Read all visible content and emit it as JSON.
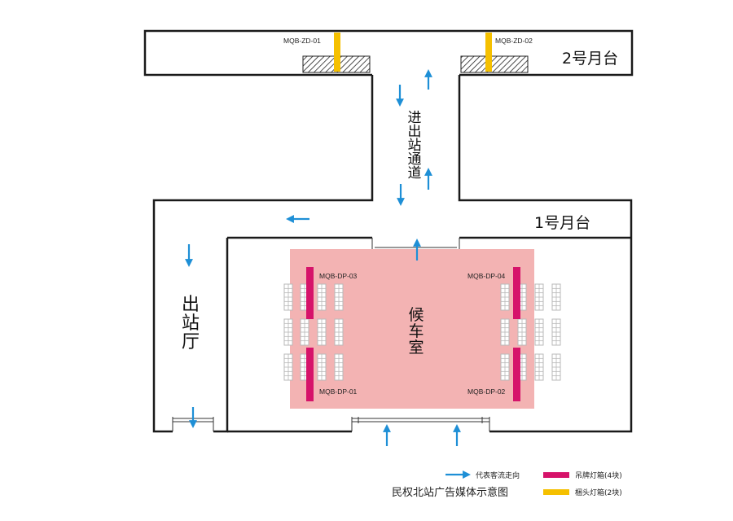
{
  "platform2": {
    "label": "2号月台"
  },
  "platform1": {
    "label": "1号月台"
  },
  "entry_passage": {
    "label": "进出站通道"
  },
  "exit_hall": {
    "label": "出站厅"
  },
  "waiting_room": {
    "label": "候车室"
  },
  "media_ids": {
    "zd01": "MQB-ZD-01",
    "zd02": "MQB-ZD-02",
    "dp01": "MQB-DP-01",
    "dp02": "MQB-DP-02",
    "dp03": "MQB-DP-03",
    "dp04": "MQB-DP-04"
  },
  "legend": {
    "flow": {
      "label": "代表客流走向",
      "color": "#1e8fd6"
    },
    "hanging": {
      "label": "吊牌灯箱(4块)",
      "color": "#d6136a"
    },
    "end": {
      "label": "梱头灯箱(2块)",
      "color": "#f5c000"
    }
  },
  "caption": "民权北站广告媒体示意图",
  "colors": {
    "wall": "#1a1a1a",
    "waiting_fill": "#f3b3b3",
    "seat": "#b8b8b8"
  }
}
